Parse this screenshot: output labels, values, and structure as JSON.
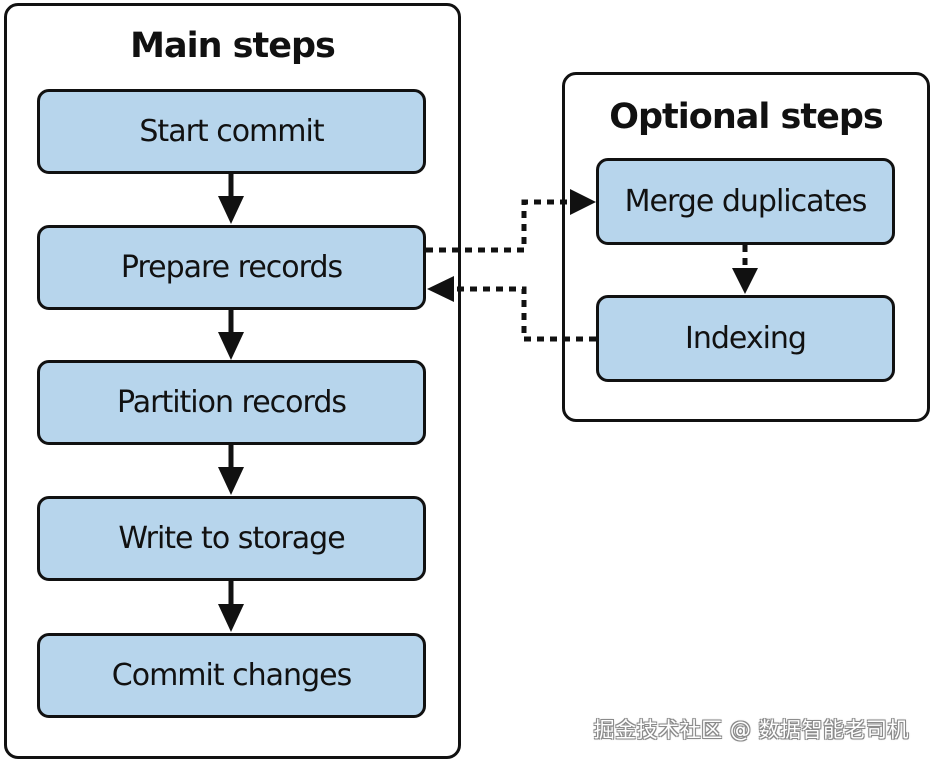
{
  "main_group": {
    "title": "Main steps",
    "steps": [
      {
        "label": "Start commit"
      },
      {
        "label": "Prepare records"
      },
      {
        "label": "Partition records"
      },
      {
        "label": "Write to storage"
      },
      {
        "label": "Commit changes"
      }
    ]
  },
  "optional_group": {
    "title": "Optional steps",
    "steps": [
      {
        "label": "Merge duplicates"
      },
      {
        "label": "Indexing"
      }
    ]
  },
  "watermark": "掘金技术社区 @ 数据智能老司机",
  "colors": {
    "step_fill": "#b7d5ec",
    "stroke": "#111111",
    "background": "#ffffff"
  }
}
